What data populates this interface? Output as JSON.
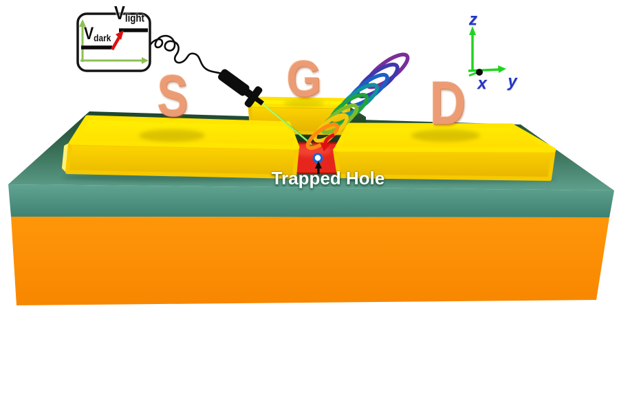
{
  "labels": {
    "source": "S",
    "gate": "G",
    "drain": "D",
    "trapped_hole": "Trapped Hole"
  },
  "coordinate_axes": {
    "x": "x",
    "y": "y",
    "z": "z"
  },
  "inset_graph": {
    "voltage_symbol": "V",
    "dark_subscript": "dark",
    "light_subscript": "light"
  },
  "colors": {
    "background": "#FFFFFF",
    "substrate_orange": "#FC8D03",
    "dielectric_teal": "#4F9383",
    "dielectric_back_green": "#224E33",
    "electrode_yellow": "#FFE604",
    "channel_red": "#E6261C",
    "contact_letter_salmon": "#EC9C74",
    "laser_green": "#2FD317",
    "inset_axis_green": "#8CC152",
    "jump_arrow_red": "#DD1111",
    "axis_arrow_green": "#1FD41F",
    "axis_label_blue": "#2336C9",
    "hole_ring_blue": "#1565D8",
    "trapped_hole_text": "#FFFFFF",
    "wire_black": "#0D0D0D",
    "spiral": [
      "#7A2E9B",
      "#4038AD",
      "#1D5FC4",
      "#12929F",
      "#1FA43C",
      "#7CBB2F",
      "#F4C80F",
      "#FF8A12"
    ]
  }
}
